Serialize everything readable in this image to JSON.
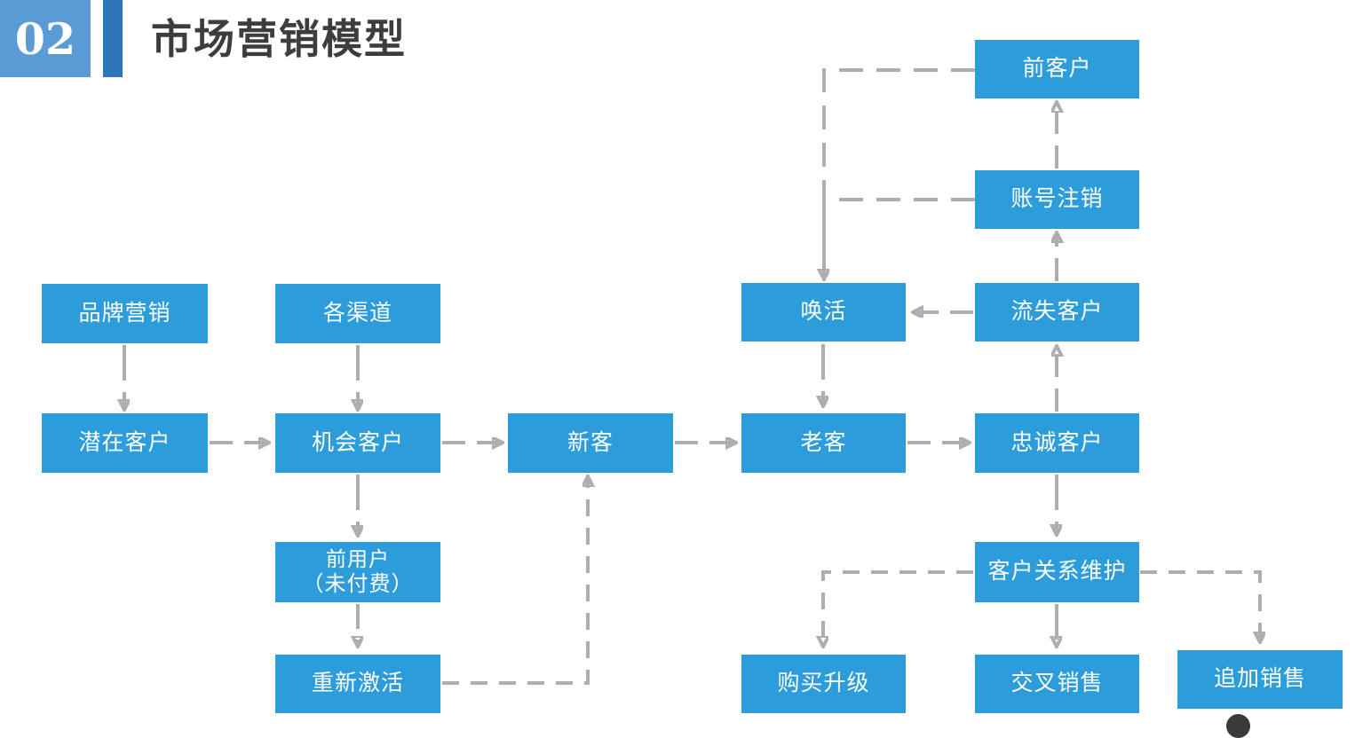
{
  "header": {
    "badge": "02",
    "title": "市场营销模型"
  },
  "colors": {
    "node_blue": "#2D9CDB",
    "badge_bg": "#5B9BD5",
    "accent_bar": "#2E74B6",
    "arrow_gray": "#AEAEAE",
    "title_gray": "#3D3D3D",
    "circle_dark": "#3A3A3A"
  },
  "nodes": {
    "brand": {
      "label": "品牌营销"
    },
    "potential": {
      "label": "潜在客户"
    },
    "channels": {
      "label": "各渠道"
    },
    "opportunity": {
      "label": "机会客户"
    },
    "former_user": {
      "label": "前用户",
      "label2": "（未付费）"
    },
    "reactivate": {
      "label": "重新激活"
    },
    "new_customer": {
      "label": "新客"
    },
    "old_customer": {
      "label": "老客"
    },
    "wake": {
      "label": "唤活"
    },
    "ex_customer": {
      "label": "前客户"
    },
    "account_cancel": {
      "label": "账号注销"
    },
    "churned": {
      "label": "流失客户"
    },
    "loyal": {
      "label": "忠诚客户"
    },
    "crm": {
      "label": "客户关系维护"
    },
    "buy_upgrade": {
      "label": "购买升级"
    },
    "cross_sell": {
      "label": "交叉销售"
    },
    "upsell": {
      "label": "追加销售"
    }
  }
}
